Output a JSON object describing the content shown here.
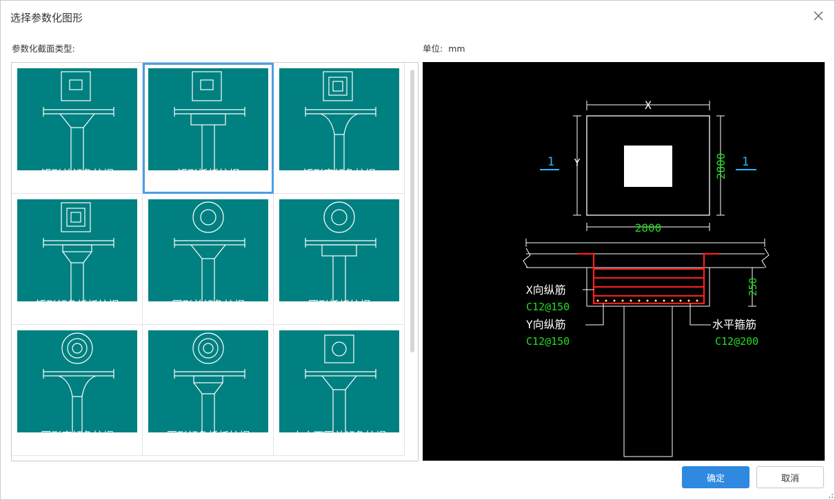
{
  "dialog": {
    "title": "选择参数化图形",
    "section_label": "参数化截面类型:",
    "unit_label": "单位:",
    "unit_value": "mm"
  },
  "tiles": [
    {
      "label": "矩形单倾角柱帽",
      "selected": false
    },
    {
      "label": "矩形托板柱帽",
      "selected": true
    },
    {
      "label": "矩形变倾角柱帽",
      "selected": false
    },
    {
      "label": "矩形倾角托板柱帽",
      "selected": false
    },
    {
      "label": "圆形单倾角柱帽",
      "selected": false
    },
    {
      "label": "圆形托板柱帽",
      "selected": false
    },
    {
      "label": "圆形变倾角柱帽",
      "selected": false
    },
    {
      "label": "圆形倾角托板柱帽",
      "selected": false
    },
    {
      "label": "上方下圆单倾角柱帽",
      "selected": false
    }
  ],
  "preview": {
    "dim_x_label": "X",
    "dim_y_label": "Y",
    "dim_width": "2800",
    "dim_height": "2800",
    "section_mark": "1",
    "thickness": "250",
    "rebar_x_label": "X向纵筋",
    "rebar_x_value": "C12@150",
    "rebar_y_label": "Y向纵筋",
    "rebar_y_value": "C12@150",
    "stirrup_label": "水平箍筋",
    "stirrup_value": "C12@200"
  },
  "buttons": {
    "ok": "确定",
    "cancel": "取消"
  },
  "colors": {
    "thumb_bg": "#008080",
    "selected_border": "#4a9ee6",
    "primary_button": "#2f89e0",
    "dim_text": "#22dd22",
    "rebar": "#ff2020",
    "section_mark": "#28b8ff"
  },
  "icons": {
    "close": "close-icon",
    "resize": "resize-grip-icon"
  }
}
